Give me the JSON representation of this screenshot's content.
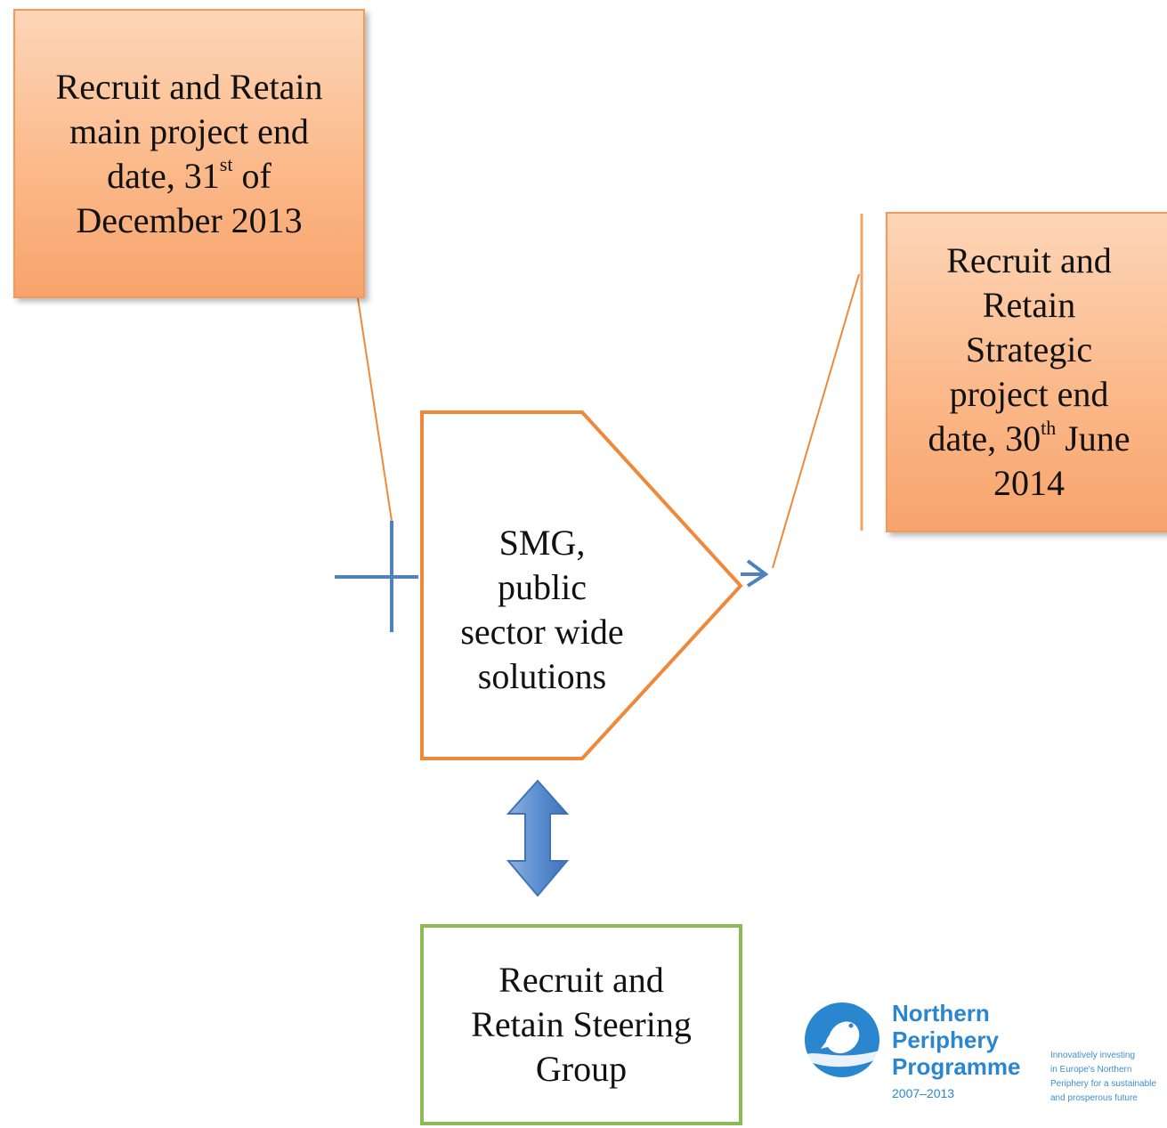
{
  "boxes": {
    "main_end": {
      "line1": "Recruit and Retain",
      "line2": "main project end",
      "line3_pre": "date, 31",
      "line3_sup": "st",
      "line3_post": " of",
      "line4": "December 2013"
    },
    "strategic_end": {
      "line1": "Recruit and",
      "line2": "Retain",
      "line3": "Strategic",
      "line4": "project end",
      "line5_pre": "date, 30",
      "line5_sup": "th",
      "line5_post": " June",
      "line6": "2014"
    },
    "smg": {
      "line1": "SMG,",
      "line2": "public",
      "line3": "sector wide",
      "line4": "solutions"
    },
    "steering": {
      "line1": "Recruit and",
      "line2": "Retain Steering",
      "line3": "Group"
    }
  },
  "logo": {
    "word1": "Northern",
    "word2": "Periphery",
    "word3": "Programme",
    "years": "2007–2013",
    "tagline": [
      "Innovatively investing",
      "in Europe's Northern",
      "Periphery for a sustainable",
      "and prosperous future"
    ],
    "icon": "dove-in-circle-icon"
  },
  "colors": {
    "orange_fill": "#fbb98a",
    "orange_line": "#f0883a",
    "blue_line": "#4f81bd",
    "green_border": "#8cbb54",
    "logo_blue": "#2a86cf"
  }
}
